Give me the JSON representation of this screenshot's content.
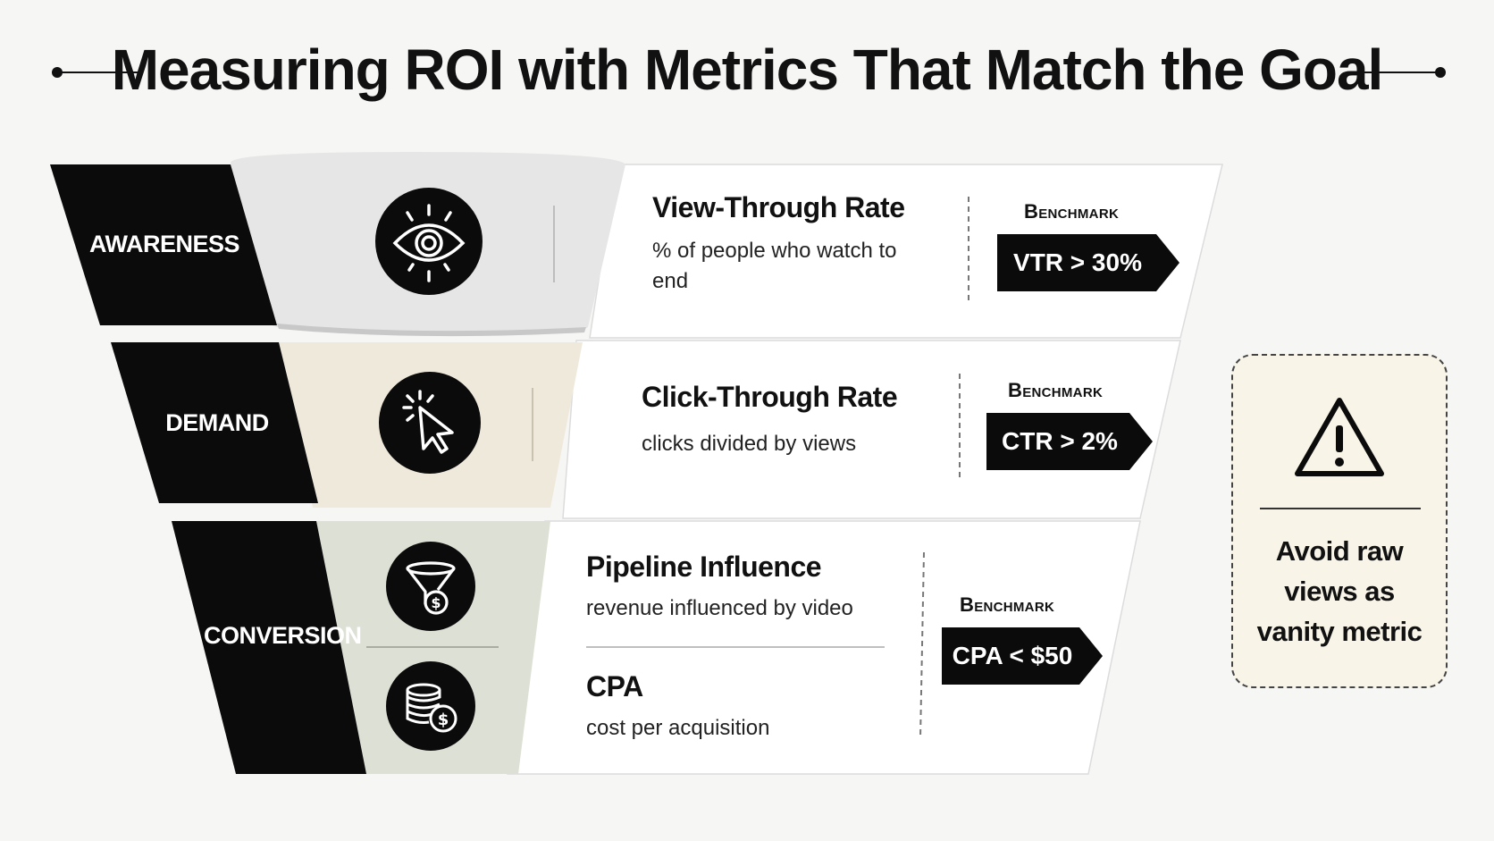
{
  "title": "Measuring ROI with Metrics That Match the Goal",
  "stages": [
    {
      "label": "AWARENESS",
      "icon": "eye-icon",
      "metrics": [
        {
          "name": "View-Through Rate",
          "description": "% of people who watch to end"
        }
      ],
      "benchmark_label": "Benchmark",
      "benchmark": "VTR > 30%"
    },
    {
      "label": "DEMAND",
      "icon": "cursor-click-icon",
      "metrics": [
        {
          "name": "Click-Through Rate",
          "description": "clicks divided by views"
        }
      ],
      "benchmark_label": "Benchmark",
      "benchmark": "CTR > 2%"
    },
    {
      "label": "CONVERSION",
      "icon": "funnel-dollar-icon",
      "icon2": "coins-dollar-icon",
      "metrics": [
        {
          "name": "Pipeline Influence",
          "description": "revenue influenced by video"
        },
        {
          "name": "CPA",
          "description": "cost per acquisition"
        }
      ],
      "benchmark_label": "Benchmark",
      "benchmark": "CPA < $50"
    }
  ],
  "warning": {
    "icon": "warning-triangle-icon",
    "text": "Avoid raw views as vanity metric"
  },
  "colors": {
    "stage_label_bg": "#0b0b0b",
    "awareness_band": "#e6e6e6",
    "demand_band": "#efe9dc",
    "conversion_band": "#dde0d5",
    "warning_bg": "#f8f4e8"
  }
}
